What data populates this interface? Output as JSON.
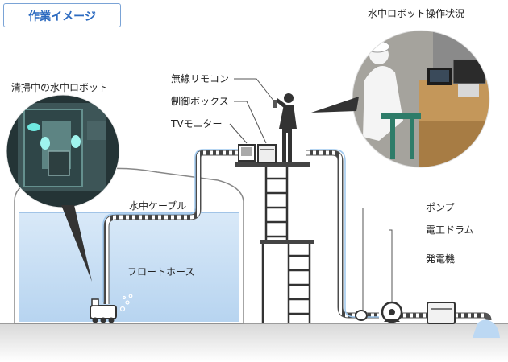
{
  "title": "作業イメージ",
  "labels": {
    "robot_cleaning": "清掃中の水中ロボット",
    "operation_status": "水中ロボット操作状況",
    "wireless_remote": "無線リモコン",
    "control_box": "制御ボックス",
    "tv_monitor": "TVモニター",
    "underwater_cable": "水中ケーブル",
    "float_hose": "フロートホース",
    "pump": "ポンプ",
    "cable_drum": "電工ドラム",
    "generator": "発電機"
  },
  "colors": {
    "title_text": "#2d6bc0",
    "title_border": "#7aa3d6",
    "water": "#cfe3f6",
    "hose_light": "#9fc8ee",
    "ground": "#e6e6e6"
  }
}
